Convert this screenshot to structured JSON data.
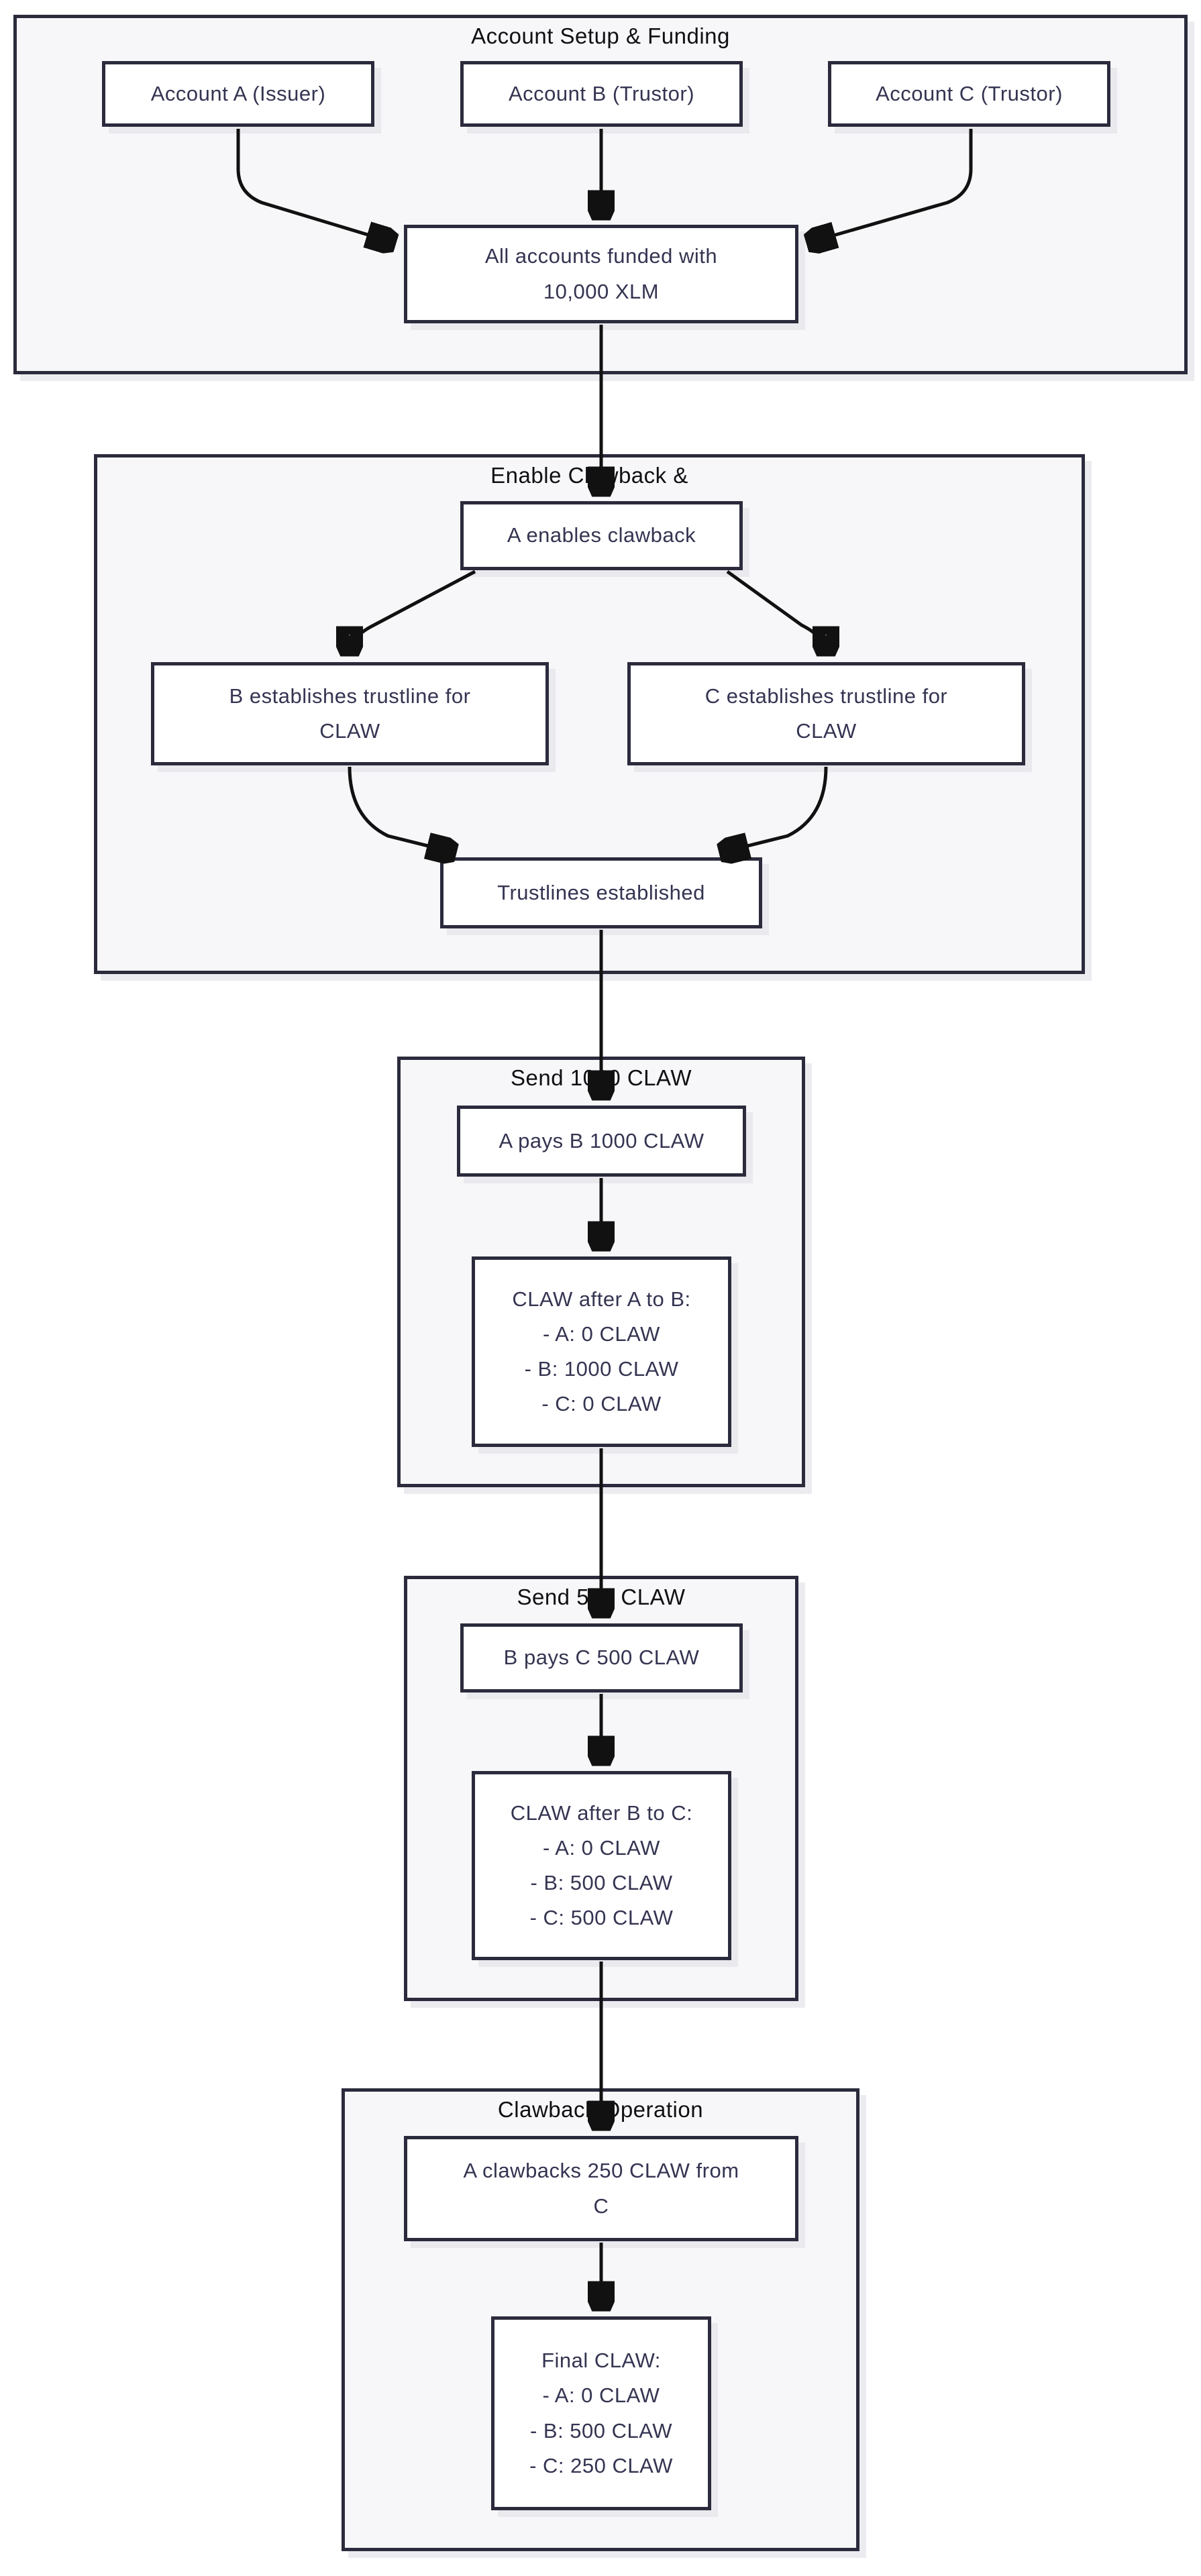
{
  "diagram": {
    "sections": [
      {
        "id": "setup",
        "title": "Account Setup & Funding"
      },
      {
        "id": "enable",
        "title": "Enable Clawback &"
      },
      {
        "id": "send1000",
        "title": "Send 1000 CLAW"
      },
      {
        "id": "send500",
        "title": "Send 500 CLAW"
      },
      {
        "id": "clawback",
        "title": "Clawback Operation"
      }
    ],
    "nodes": {
      "accountA": {
        "label": "Account A (Issuer)"
      },
      "accountB": {
        "label": "Account B (Trustor)"
      },
      "accountC": {
        "label": "Account C (Trustor)"
      },
      "funded": {
        "lines": [
          "All accounts funded with",
          "10,000 XLM"
        ]
      },
      "enables": {
        "label": "A enables clawback"
      },
      "bTrust": {
        "lines": [
          "B establishes trustline for",
          "CLAW"
        ]
      },
      "cTrust": {
        "lines": [
          "C establishes trustline for",
          "CLAW"
        ]
      },
      "trustlines": {
        "label": "Trustlines established"
      },
      "paysB": {
        "label": "A pays B 1000 CLAW"
      },
      "afterAB": {
        "lines": [
          "CLAW after A to B:",
          "- A: 0 CLAW",
          "- B: 1000 CLAW",
          "- C: 0 CLAW"
        ]
      },
      "paysC": {
        "label": "B pays C 500 CLAW"
      },
      "afterBC": {
        "lines": [
          "CLAW after B to C:",
          "- A: 0 CLAW",
          "- B: 500 CLAW",
          "- C: 500 CLAW"
        ]
      },
      "clawback250": {
        "lines": [
          "A clawbacks 250 CLAW from",
          "C"
        ]
      },
      "finalClaw": {
        "lines": [
          "Final CLAW:",
          "- A: 0 CLAW",
          "- B: 500 CLAW",
          "- C: 250 CLAW"
        ]
      }
    },
    "colors": {
      "section_fill": "#f7f7f9",
      "node_fill": "#ffffff",
      "border": "#2b2b3d",
      "node_text": "#343452",
      "title_text": "#101014",
      "edge": "#111111",
      "shadow": "#e9e9ee",
      "page_bg": "#ffffff"
    }
  }
}
